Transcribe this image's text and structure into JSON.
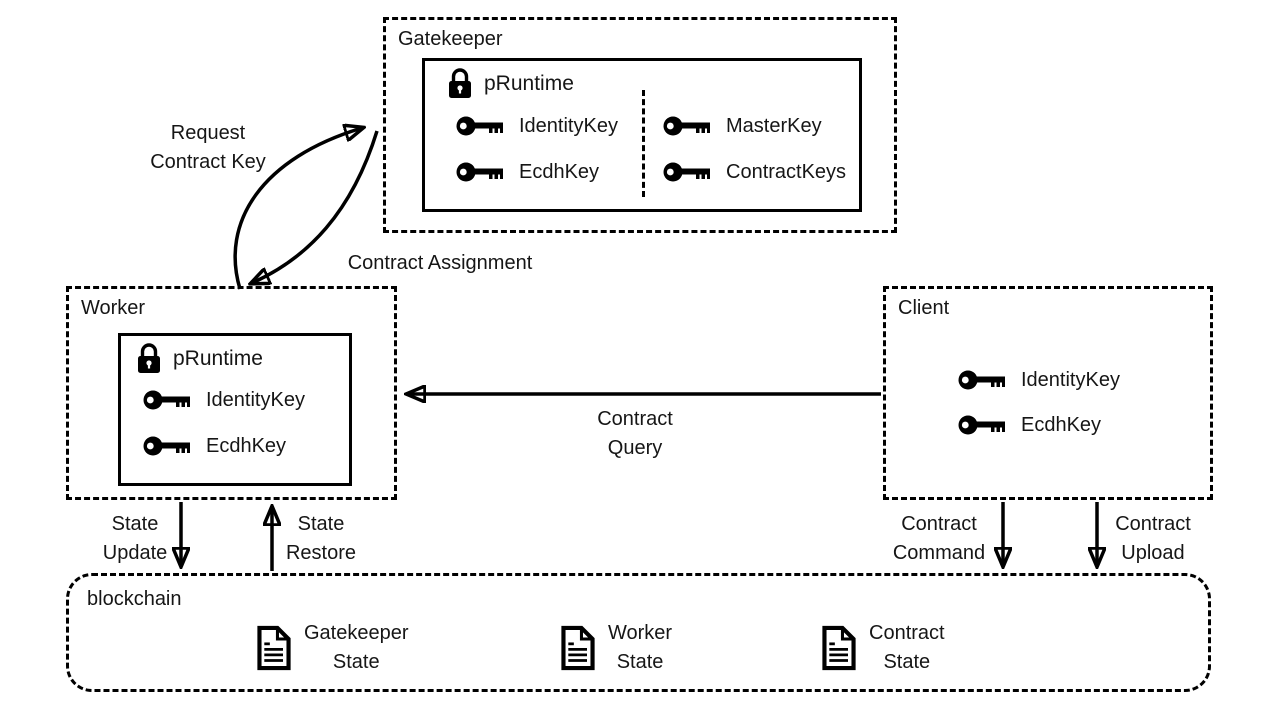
{
  "gatekeeper": {
    "title": "Gatekeeper",
    "pruntime": {
      "title": "pRuntime",
      "left_keys": [
        "IdentityKey",
        "EcdhKey"
      ],
      "right_keys": [
        "MasterKey",
        "ContractKeys"
      ]
    }
  },
  "worker": {
    "title": "Worker",
    "pruntime": {
      "title": "pRuntime",
      "keys": [
        "IdentityKey",
        "EcdhKey"
      ]
    }
  },
  "client": {
    "title": "Client",
    "keys": [
      "IdentityKey",
      "EcdhKey"
    ]
  },
  "blockchain": {
    "title": "blockchain",
    "states": [
      {
        "line1": "Gatekeeper",
        "line2": "State"
      },
      {
        "line1": "Worker",
        "line2": "State"
      },
      {
        "line1": "Contract",
        "line2": "State"
      }
    ]
  },
  "edges": {
    "request_contract_key": {
      "line1": "Request",
      "line2": "Contract Key"
    },
    "contract_assignment": {
      "label": "Contract Assignment"
    },
    "contract_query": {
      "line1": "Contract",
      "line2": "Query"
    },
    "state_update": {
      "line1": "State",
      "line2": "Update"
    },
    "state_restore": {
      "line1": "State",
      "line2": "Restore"
    },
    "contract_command": {
      "line1": "Contract",
      "line2": "Command"
    },
    "contract_upload": {
      "line1": "Contract",
      "line2": "Upload"
    }
  },
  "icons": {
    "lock": "lock-icon",
    "key": "key-icon",
    "document": "document-icon"
  },
  "colors": {
    "ink": "#000000",
    "background": "#ffffff"
  }
}
